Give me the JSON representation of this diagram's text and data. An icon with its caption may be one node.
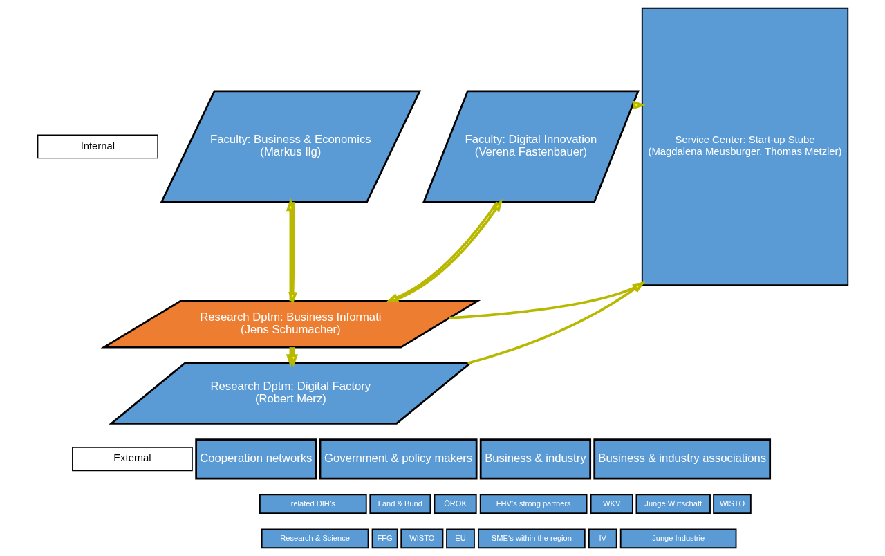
{
  "diagram": {
    "nodes": [
      {
        "text": [
          "Internal"
        ]
      },
      {
        "text": [
          "Faculty: Business & Economics",
          "(Markus Ilg)"
        ]
      },
      {
        "text": [
          "Faculty: Digital Innovation",
          "(Verena Fastenbauer)"
        ]
      },
      {
        "text": [
          "Research Dptm: Business Informati",
          "(Jens Schumacher)"
        ]
      },
      {
        "text": [
          "Research Dptm: Digital Factory",
          "(Robert Merz)"
        ]
      },
      {
        "text": [
          "Service Center: Start-up Stube",
          "(Magdalena Meusburger, Thomas Metzler)"
        ]
      },
      {
        "text": [
          "External"
        ]
      },
      {
        "text": [
          "Cooperation networks"
        ]
      },
      {
        "text": [
          "Government & policy makers"
        ]
      },
      {
        "text": [
          "Business & industry"
        ]
      },
      {
        "text": [
          "Business & industry associations"
        ]
      },
      {
        "text": [
          "related DIH‘s"
        ]
      },
      {
        "text": [
          "Land & Bund"
        ]
      },
      {
        "text": [
          "ÖROK"
        ]
      },
      {
        "text": [
          "FHV‘s strong partners"
        ]
      },
      {
        "text": [
          "WKV"
        ]
      },
      {
        "text": [
          "Junge Wirtschaft"
        ]
      },
      {
        "text": [
          "WISTO"
        ]
      },
      {
        "text": [
          "Research & Science"
        ]
      },
      {
        "text": [
          "FFG"
        ]
      },
      {
        "text": [
          "WISTO"
        ]
      },
      {
        "text": [
          "EU"
        ]
      },
      {
        "text": [
          "SME‘s within the region"
        ]
      },
      {
        "text": [
          "IV"
        ]
      },
      {
        "text": [
          "Junge Industrie"
        ]
      }
    ],
    "edges": [
      {
        "from": 3,
        "to": 1,
        "arrow": "to"
      },
      {
        "from": 3,
        "to": 2,
        "arrow": "to"
      },
      {
        "from": 1,
        "to": 3,
        "arrow": "to"
      },
      {
        "from": 2,
        "to": 3,
        "arrow": "to"
      },
      {
        "from": 3,
        "to": 4,
        "arrow": "to"
      },
      {
        "from": 3,
        "to": 4,
        "arrow": "to"
      },
      {
        "from": 2,
        "to": 5,
        "arrow": "to"
      },
      {
        "from": 3,
        "to": 5,
        "arrow": "to"
      },
      {
        "from": 4,
        "to": 5,
        "arrow": "to"
      }
    ]
  }
}
